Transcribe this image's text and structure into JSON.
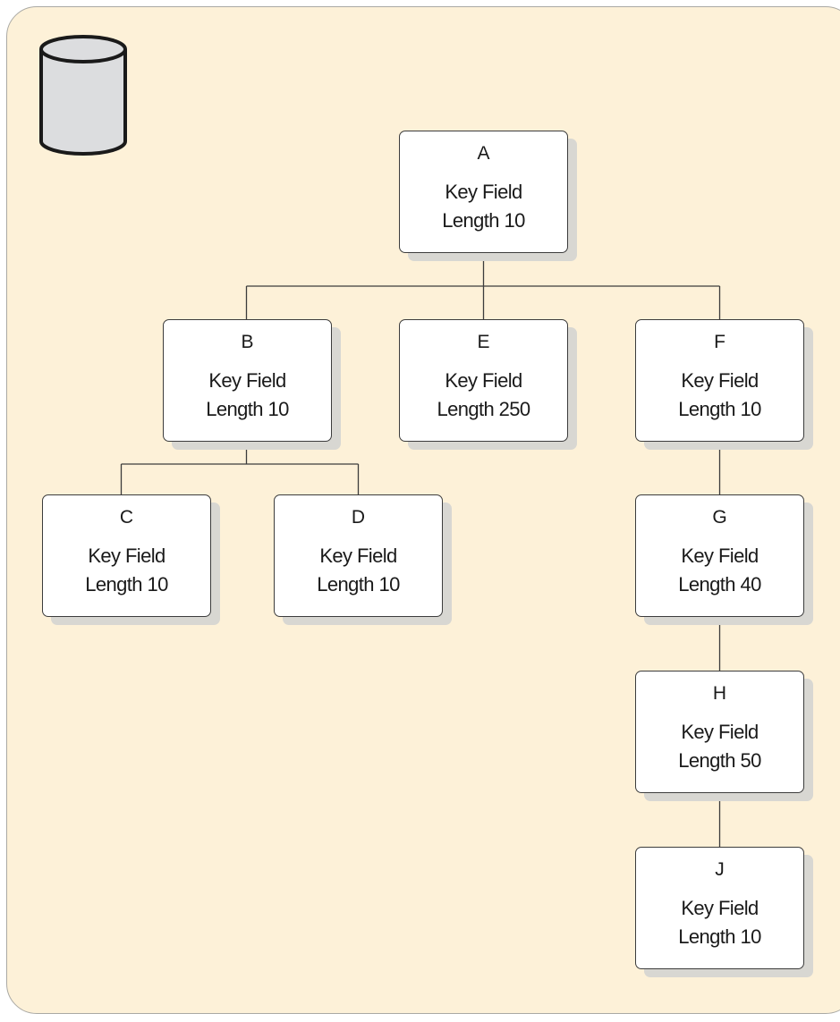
{
  "diagram": {
    "nodes": [
      {
        "id": "A",
        "letter": "A",
        "label": "Key Field",
        "length": "Length 10"
      },
      {
        "id": "B",
        "letter": "B",
        "label": "Key Field",
        "length": "Length 10"
      },
      {
        "id": "E",
        "letter": "E",
        "label": "Key Field",
        "length": "Length 250"
      },
      {
        "id": "F",
        "letter": "F",
        "label": "Key Field",
        "length": "Length 10"
      },
      {
        "id": "C",
        "letter": "C",
        "label": "Key Field",
        "length": "Length 10"
      },
      {
        "id": "D",
        "letter": "D",
        "label": "Key Field",
        "length": "Length 10"
      },
      {
        "id": "G",
        "letter": "G",
        "label": "Key Field",
        "length": "Length 40"
      },
      {
        "id": "H",
        "letter": "H",
        "label": "Key Field",
        "length": "Length 50"
      },
      {
        "id": "J",
        "letter": "J",
        "label": "Key Field",
        "length": "Length 10"
      }
    ],
    "edges": [
      [
        "A",
        "B"
      ],
      [
        "A",
        "E"
      ],
      [
        "A",
        "F"
      ],
      [
        "B",
        "C"
      ],
      [
        "B",
        "D"
      ],
      [
        "F",
        "G"
      ],
      [
        "G",
        "H"
      ],
      [
        "H",
        "J"
      ]
    ],
    "colors": {
      "background": "#fdf1d8",
      "node_fill": "#ffffff",
      "node_border": "#3c3c3c",
      "node_shadow": "#d8d7d2",
      "connector": "#3c3c3c",
      "database_fill": "#dcdddf"
    },
    "icons": [
      "database-icon"
    ]
  }
}
